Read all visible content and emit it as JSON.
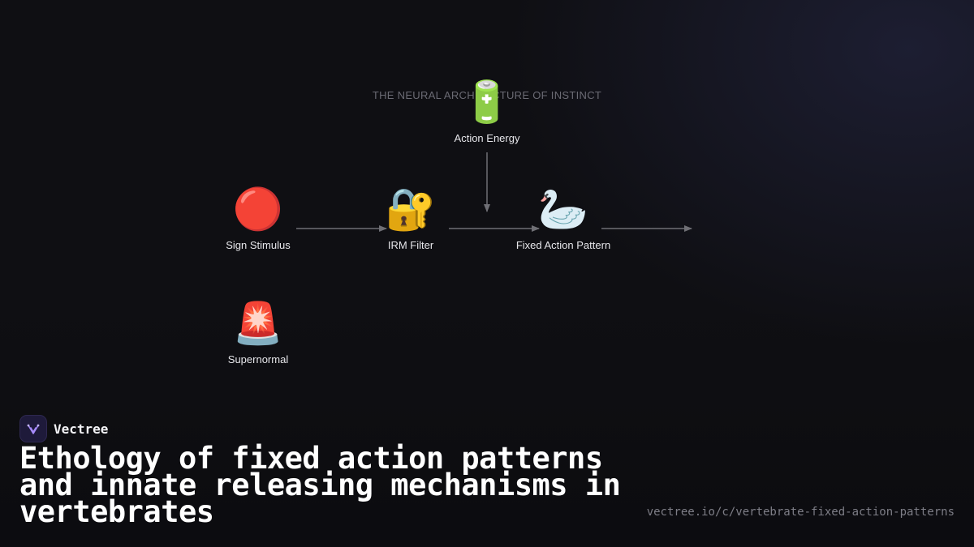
{
  "diagram": {
    "title": "THE NEURAL ARCHITECTURE OF INSTINCT",
    "nodes": {
      "action_energy": {
        "icon": "battery-icon",
        "emoji": "🔋",
        "label": "Action Energy"
      },
      "sign_stimulus": {
        "icon": "red-circle-icon",
        "emoji": "🔴",
        "label": "Sign Stimulus"
      },
      "irm_filter": {
        "icon": "lock-with-key-icon",
        "emoji": "🔐",
        "label": "IRM Filter"
      },
      "fixed_action_pattern": {
        "icon": "swan-icon",
        "emoji": "🦢",
        "label": "Fixed Action Pattern"
      },
      "supernormal": {
        "icon": "rotating-light-icon",
        "emoji": "🚨",
        "label": "Supernormal"
      }
    },
    "edges": [
      {
        "from": "Sign Stimulus",
        "to": "IRM Filter"
      },
      {
        "from": "IRM Filter",
        "to": "Fixed Action Pattern"
      },
      {
        "from": "Action Energy",
        "to": "Fixed Action Pattern"
      },
      {
        "from": "Fixed Action Pattern",
        "to": ""
      }
    ],
    "colors": {
      "arrow": "#6f6f75",
      "label": "#e6e6ea",
      "title": "#6b6b74"
    }
  },
  "brand": {
    "name": "Vectree",
    "logo_icon": "vectree-logo-icon",
    "accent": "#a78bfa"
  },
  "headline": "Ethology of fixed action patterns and innate releasing mechanisms in vertebrates",
  "url": "vectree.io/c/vertebrate-fixed-action-patterns",
  "colors": {
    "background": "#0f0f13",
    "text": "#ffffff",
    "muted": "#7d7d86"
  }
}
